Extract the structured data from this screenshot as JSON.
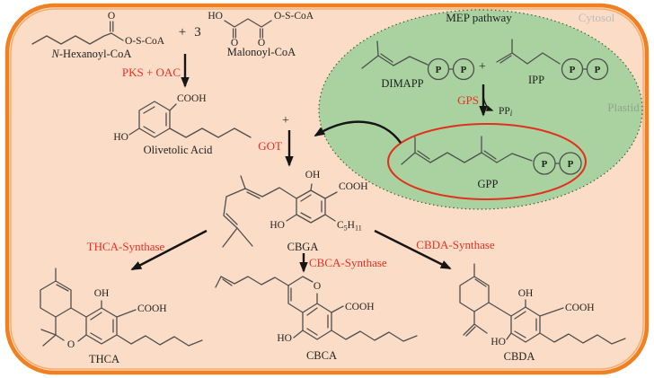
{
  "figure": {
    "type": "biosynthesis-pathway-diagram"
  },
  "colors": {
    "cell_fill": "#fbdcc6",
    "cell_border": "#f08021",
    "cell_border_inner": "#f9ad6d",
    "plastid_fill": "#a9d2a0",
    "plastid_border": "#41603f",
    "gpp_highlight": "#e2301d",
    "enzyme_text": "#ee2e24",
    "bond_stroke": "#4f4f4f",
    "black_text": "#222222",
    "cytosol_text": "#bcbcbc",
    "plastid_text": "#93a38f"
  },
  "compartments": {
    "cytosol": "Cytosol",
    "plastid": "Plastid",
    "mep_pathway": "MEP pathway"
  },
  "molecules": {
    "hexanoyl_prefix": "N",
    "hexanoyl_rest": "-Hexanoyl-CoA",
    "malonoyl": "Malonoyl-CoA",
    "olivetolic": "Olivetolic Acid",
    "dimapp": "DIMAPP",
    "ipp": "IPP",
    "gpp": "GPP",
    "cbga": "CBGA",
    "thca": "THCA",
    "cbca": "CBCA",
    "cbda": "CBDA"
  },
  "enzymes": {
    "pks_oac": "PKS + OAC",
    "got": "GOT",
    "gps": "GPS",
    "thca_synthase": "THCA-Synthase",
    "cbca_synthase": "CBCA-Synthase",
    "cbda_synthase": "CBDA-Synthase"
  },
  "stoichiometry": {
    "plus": "+",
    "three": "3"
  },
  "atoms": {
    "o": "O",
    "oh": "OH",
    "ho": "HO",
    "cooh": "COOH",
    "oscoa": "O-S-CoA",
    "p": "P",
    "ppi_main": "PP",
    "ppi_sub": "i",
    "pentyl_c": "C",
    "pentyl_5": "5",
    "pentyl_h": "H",
    "pentyl_11": "11"
  }
}
